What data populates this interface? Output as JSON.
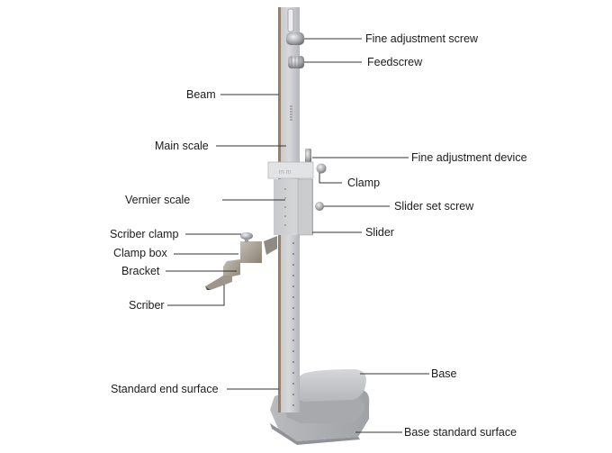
{
  "diagram": {
    "subject": "Vernier height gauge",
    "colors": {
      "background": "#ffffff",
      "leader_line": "#333333",
      "steel_light": "#d9dadc",
      "steel_mid": "#b9bbbe",
      "steel_dark": "#8e9094",
      "edge_bronze": "#a5896a",
      "text": "#1c1c1c"
    },
    "labels": {
      "fine_adjustment_screw": "Fine adjustment screw",
      "feedscrew": "Feedscrew",
      "beam": "Beam",
      "main_scale": "Main scale",
      "fine_adjustment_device": "Fine adjustment device",
      "clamp": "Clamp",
      "vernier_scale": "Vernier scale",
      "slider_set_screw": "Slider set screw",
      "slider": "Slider",
      "scriber_clamp": "Scriber clamp",
      "clamp_box": "Clamp box",
      "bracket": "Bracket",
      "scriber": "Scriber",
      "base": "Base",
      "standard_end_surface": "Standard end surface",
      "base_standard_surface": "Base standard surface"
    }
  }
}
